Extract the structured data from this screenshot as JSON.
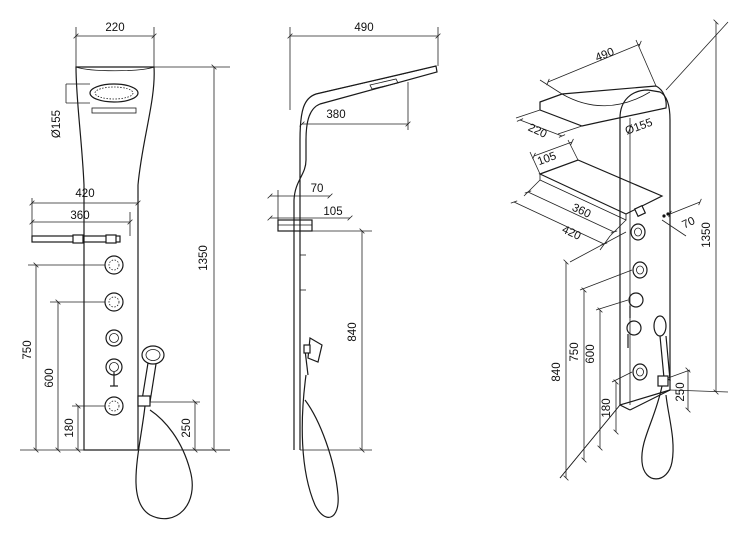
{
  "views": {
    "front": {
      "dims": {
        "width_top": "220",
        "height_total": "1350",
        "head_diameter": "Ø155",
        "shelf_width": "420",
        "shelf_inner": "360",
        "jet1_height": "750",
        "jet2_height": "600",
        "jet3_height": "180",
        "handshower_height": "250"
      }
    },
    "side": {
      "dims": {
        "top_depth": "490",
        "head_depth": "380",
        "shelf_depth": "70",
        "shelf_offset": "105",
        "mid_height": "840"
      }
    },
    "iso": {
      "dims": {
        "top_depth": "490",
        "width_top": "220",
        "head_diameter": "Ø155",
        "shelf_offset": "105",
        "shelf_inner": "360",
        "shelf_width": "420",
        "shelf_depth": "70",
        "height_total": "1350",
        "mid_height": "840",
        "jet1_height": "750",
        "jet2_height": "600",
        "jet3_height": "180",
        "handshower_height": "250"
      }
    }
  }
}
